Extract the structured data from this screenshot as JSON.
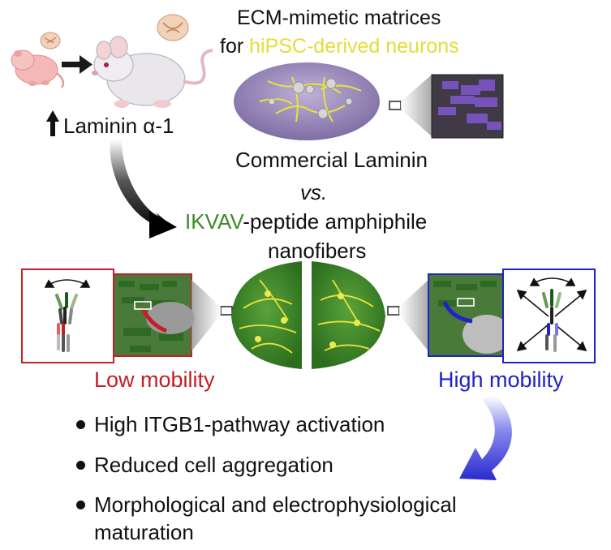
{
  "title": {
    "line1": "ECM-mimetic matrices",
    "line2_prefix": "for ",
    "line2_highlight": "hiPSC-derived neurons"
  },
  "mouse_label": {
    "text": "Laminin α-1"
  },
  "comparison": {
    "commercial": "Commercial Laminin",
    "vs": "vs.",
    "ikvav_highlight": "IKVAV",
    "ikvav_rest": "-peptide amphiphile",
    "nanofibers": "nanofibers"
  },
  "mobility": {
    "low": "Low mobility",
    "high": "High mobility"
  },
  "outcomes": [
    "High ITGB1-pathway activation",
    "Reduced cell aggregation",
    "Morphological and electrophysiological",
    "maturation"
  ],
  "colors": {
    "highlight_yellow": "#e3dd3a",
    "ikvav_green": "#3d8a2a",
    "low_red": "#c41f26",
    "high_blue": "#2222c8",
    "arrow_blue": "#3a3ad8",
    "disc_purple": "#9a8ab8",
    "fiber_green": "#3f8a2e",
    "neuron_yellow": "#e8e23a"
  },
  "icons": [
    "mouse-pup-icon",
    "adult-mouse-icon",
    "spinal-cord-icon",
    "up-arrow-icon",
    "curved-black-arrow-icon",
    "curved-blue-arrow-icon",
    "double-headed-arrow-icon"
  ]
}
